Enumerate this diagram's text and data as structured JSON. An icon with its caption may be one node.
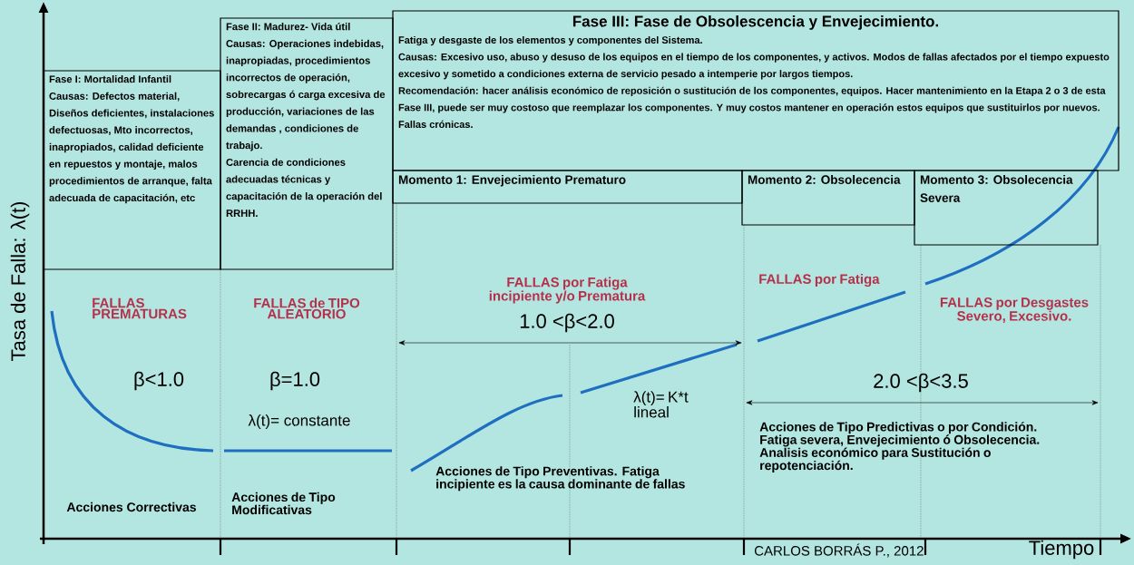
{
  "diagram": {
    "nodes": [
      {
        "text": [
          "Fase I: Mortalidad Infantil",
          "Causas: Defectos material, Diseños deficientes, instalaciones defectuosas, Mto incorrectos, inapropiados, calidad deficiente en repuestos y montaje, malos procedimientos de arranque, falta adecuada de capacitación, etc"
        ]
      },
      {
        "text": [
          "Fase II: Madurez- Vida útil",
          "Causas: Operaciones indebidas, inapropiadas, procedimientos incorrectos de operación, sobrecargas ó carga excesiva de producción, variaciones de las demandas , condiciones de trabajo.",
          "Carencia de condiciones adecuadas técnicas y capacitación de la operación del RRHH."
        ]
      },
      {
        "text": [
          "Fase III: Fase de Obsolescencia y Envejecimiento.",
          "Fatiga y desgaste de los elementos y componentes del Sistema.",
          "Causas: Excesivo uso, abuso y desuso de los equipos en el tiempo de los componentes, y activos. Modos de fallas afectados por el tiempo expuesto excesivo y sometido a condiciones externa de servicio pesado a intemperie por largos tiempos.",
          "Recomendación: hacer análisis económico de reposición o sustitución de los componentes, equipos. Hacer mantenimiento en la Etapa 2 o 3 de esta Fase III, puede ser muy costoso que reemplazar los componentes.  Y muy costos mantener en operación estos equipos que sustituirlos por nuevos. Fallas crónicas."
        ]
      },
      {
        "text": [
          "Momento 1: Envejecimiento Prematuro"
        ]
      },
      {
        "text": [
          "Momento 2: Obsolecencia"
        ]
      },
      {
        "text": [
          "Momento 3: Obsolecencia Severa"
        ]
      }
    ],
    "labels": [
      "Tasa de Falla: λ(t)",
      "FALLAS PREMATURAS",
      "FALLAS de TIPO ALEATORIO",
      "FALLAS por Fatiga incipiente y/o Prematura",
      "FALLAS por Fatiga",
      "FALLAS por Desgastes Severo, Excesivo.",
      "1.0 <β<2.0",
      "β<1.0",
      "β=1.0",
      "2.0 <β<3.5",
      "λ(t)= constante",
      "λ(t)= K*t lineal",
      "Acciones de Tipo Predictivas o por Condición. Fatiga severa, Envejecimiento ó Obsolecencia. Analisis económico para Sustitución o repotenciación.",
      "Acciones de Tipo Preventivas. Fatiga incipiente es la causa dominante de fallas",
      "Acciones Correctivas",
      "Acciones de Tipo Modificativas",
      "CARLOS BORRÁS P., 2012",
      "Tiempo"
    ]
  }
}
